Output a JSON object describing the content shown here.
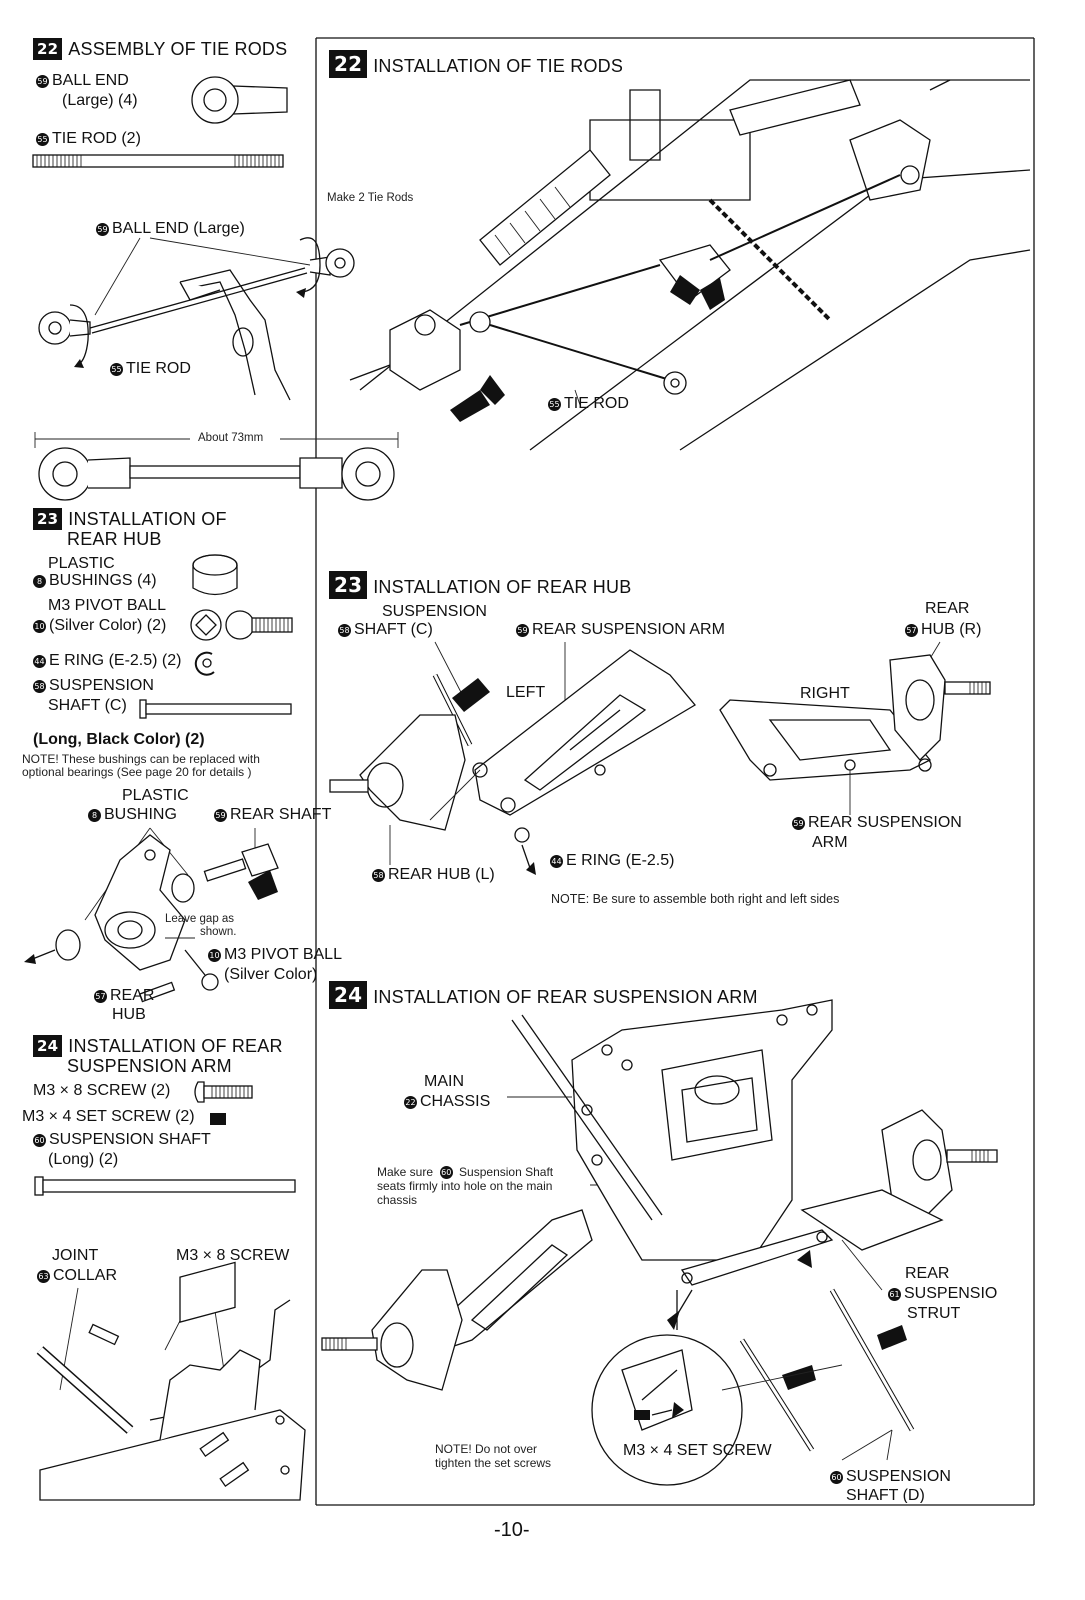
{
  "steps": {
    "s22_left": {
      "num": "22",
      "title": "ASSEMBLY OF TIE RODS"
    },
    "s22_right": {
      "num": "22",
      "title": "INSTALLATION OF TIE RODS"
    },
    "s23_left": {
      "num": "23",
      "title_1": "INSTALLATION OF",
      "title_2": "REAR HUB"
    },
    "s23_right": {
      "num": "23",
      "title": "INSTALLATION OF REAR HUB"
    },
    "s24_left": {
      "num": "24",
      "title_1": "INSTALLATION OF REAR",
      "title_2": "SUSPENSION ARM"
    },
    "s24_right": {
      "num": "24",
      "title": "INSTALLATION OF REAR SUSPENSION ARM"
    }
  },
  "parts_22": {
    "ball_end": {
      "num": "59",
      "name_1": "BALL END",
      "name_2": "(Large) (4)"
    },
    "tie_rod": {
      "num": "55",
      "name": "TIE ROD (2)"
    }
  },
  "diagram_22": {
    "make_note": "Make 2 Tie Rods",
    "ball_end_label": "BALL END (Large)",
    "ball_end_num": "59",
    "tie_rod_label": "TIE ROD",
    "tie_rod_num": "55",
    "length_label": "About 73mm"
  },
  "install_22": {
    "tie_rod_label": "TIE ROD",
    "tie_rod_num": "55"
  },
  "parts_23": {
    "bushings": {
      "num": "8",
      "name_1": "PLASTIC",
      "name_2": "BUSHINGS (4)"
    },
    "pivot_ball": {
      "num": "10",
      "name_1": "M3 PIVOT BALL",
      "name_2": "(Silver Color) (2)"
    },
    "e_ring": {
      "num": "44",
      "name": "E RING (E-2.5) (2)"
    },
    "shaft": {
      "num": "58",
      "name_1": "SUSPENSION",
      "name_2": "SHAFT (C)",
      "name_3": "(Long, Black Color) (2)"
    },
    "note_1": "NOTE! These bushings can be replaced with",
    "note_2": "optional bearings (See page 20 for details )"
  },
  "diagram_23_left": {
    "bushing_1": "PLASTIC",
    "bushing_2": "BUSHING",
    "bushing_num": "8",
    "rear_shaft": "REAR SHAFT",
    "rear_shaft_num": "59",
    "gap_1": "Leave gap as",
    "gap_2": "shown.",
    "pivot_1": "M3 PIVOT BALL",
    "pivot_2": "(Silver Color)",
    "pivot_num": "10",
    "hub_1": "REAR",
    "hub_2": "HUB",
    "hub_num": "57"
  },
  "install_23": {
    "shaft_1": "SUSPENSION",
    "shaft_2": "SHAFT (C)",
    "shaft_num": "58",
    "arm_label": "REAR SUSPENSION ARM",
    "arm_num": "59",
    "left": "LEFT",
    "right": "RIGHT",
    "hub_r_1": "REAR",
    "hub_r_2": "HUB (R)",
    "hub_r_num": "57",
    "arm_r_1": "REAR SUSPENSION",
    "arm_r_2": "ARM",
    "arm_r_num": "59",
    "e_ring": "E RING (E-2.5)",
    "e_ring_num": "44",
    "hub_l": "REAR HUB (L)",
    "hub_l_num": "58",
    "note": "NOTE:  Be sure to assemble both right and left sides"
  },
  "parts_24": {
    "screw": "M3 × 8 SCREW (2)",
    "set_screw": "M3 × 4 SET SCREW (2)",
    "shaft_num": "60",
    "shaft_1": "SUSPENSION SHAFT",
    "shaft_2": "(Long) (2)",
    "joint_1": "JOINT",
    "joint_2": "COLLAR",
    "joint_num": "63",
    "m3x8": "M3 × 8 SCREW"
  },
  "install_24": {
    "chassis_1": "MAIN",
    "chassis_2": "CHASSIS",
    "chassis_num": "22",
    "make_sure_1": "Make sure",
    "make_sure_num": "60",
    "make_sure_2": "Suspension Shaft",
    "make_sure_3": "seats firmly into hole on the main",
    "make_sure_4": "chassis",
    "strut_1": "REAR",
    "strut_2": "SUSPENSIO",
    "strut_3": "STRUT",
    "strut_num": "61",
    "set_screw": "M3 × 4 SET SCREW",
    "note_1": "NOTE!  Do  not  over",
    "note_2": "tighten the set screws",
    "shaft_1": "SUSPENSION",
    "shaft_2": "SHAFT (D)",
    "shaft_num": "60"
  },
  "footer": {
    "page": "-10-"
  }
}
